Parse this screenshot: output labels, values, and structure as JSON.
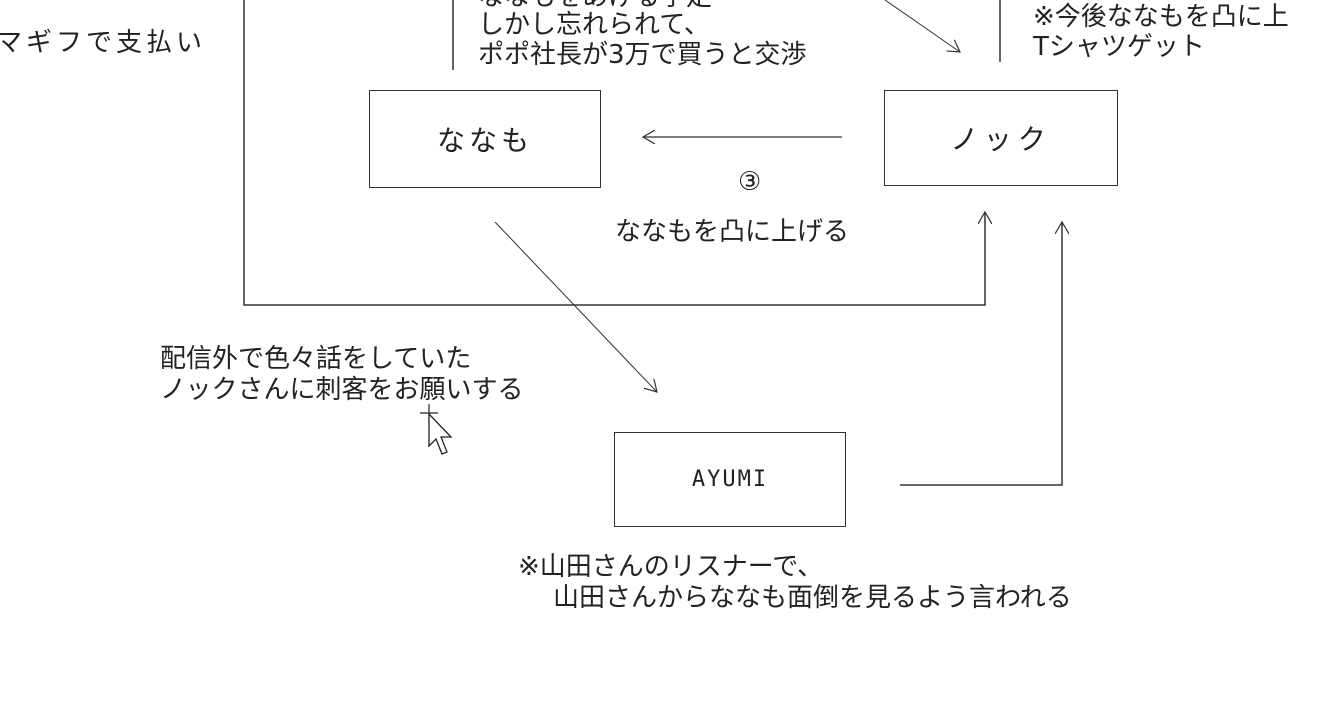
{
  "nodes": {
    "nanamo": "ななも",
    "nokku": "ノック",
    "ayumi": "AYUMI"
  },
  "labels": {
    "left_top": "マギフで支払い",
    "top_mid_line1": "ななもをあげる予定",
    "top_mid_line2": "しかし忘れられて、",
    "top_mid_line3": "ポポ社長が3万で買うと交渉",
    "top_right_line1": "※今後ななもを凸に上",
    "top_right_line2": "Tシャツゲット",
    "step3_number": "③",
    "step3_text": "ななもを凸に上げる",
    "assassin_line1": "配信外で色々話をしていた",
    "assassin_line2": "ノックさんに刺客をお願いする",
    "yamada_line1": "※山田さんのリスナーで、",
    "yamada_line2": "山田さんからななも面倒を見るよう言われる"
  }
}
